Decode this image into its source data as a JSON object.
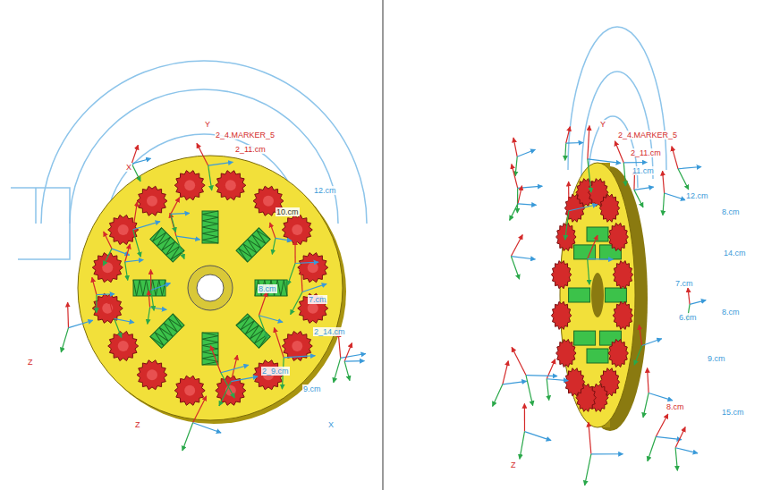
{
  "diagram": {
    "labels": [
      "2_4.MARKER_5",
      "2_11.cm",
      "12.cm",
      "10.cm",
      "8.cm",
      "7.cm",
      "2_14.cm",
      "2_9.cm",
      "9.cm",
      "Y",
      "X",
      "Z",
      "Z",
      "X",
      "2_4.MARKER_5",
      "2_11.cm",
      "11.cm",
      "12.cm",
      "8.cm",
      "14.cm",
      "7.cm",
      "6.cm",
      "8.cm",
      "9.cm",
      "15.cm",
      "8.cm",
      "Y",
      "Z"
    ]
  }
}
